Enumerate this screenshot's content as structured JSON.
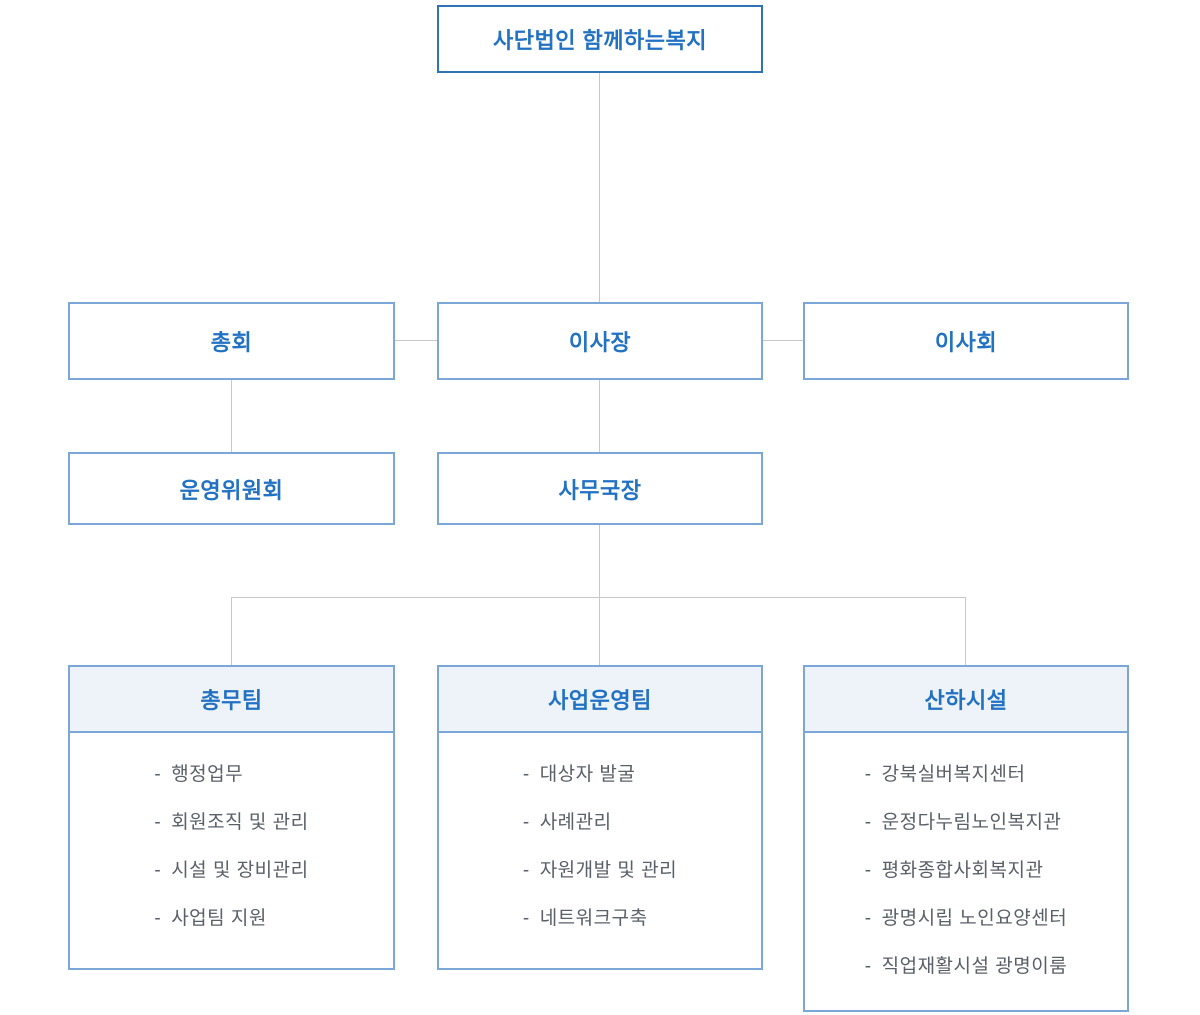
{
  "org": {
    "root": "사단법인 함께하는복지",
    "assembly": "총회",
    "chairman": "이사장",
    "board": "이사회",
    "steering_committee": "운영위원회",
    "secretary_general": "사무국장"
  },
  "bullet": "-",
  "teams": [
    {
      "title": "총무팀",
      "items": [
        "행정업무",
        "회원조직 및 관리",
        "시설 및 장비관리",
        "사업팀 지원"
      ]
    },
    {
      "title": "사업운영팀",
      "items": [
        "대상자 발굴",
        "사례관리",
        "자원개발 및 관리",
        "네트워크구축"
      ]
    },
    {
      "title": "산하시설",
      "items": [
        "강북실버복지센터",
        "운정다누림노인복지관",
        "평화종합사회복지관",
        "광명시립 노인요양센터",
        "직업재활시설 광명이룸"
      ]
    }
  ],
  "colors": {
    "root_border": "#2e74b5",
    "box_border": "#7ba6d7",
    "heading_text": "#2272c3",
    "item_text": "#5a6068",
    "connector_line": "#c8c8c8",
    "team_header_fill": "#edf3f9"
  }
}
